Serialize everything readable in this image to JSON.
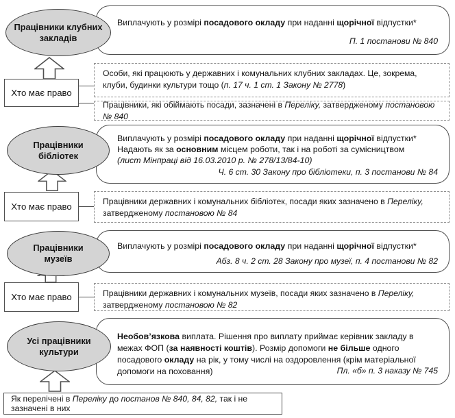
{
  "colors": {
    "ellipse_fill": "#d4d4d4",
    "border": "#4f4f4f",
    "dashed_border": "#8f8f8f",
    "text": "#141414"
  },
  "sections": [
    {
      "ellipse_label": "Працівники клубних закладів",
      "who_label": "Хто має право",
      "statement_lines": [
        [
          {
            "t": "Виплачують у розмірі "
          },
          {
            "t": "посадового окладу",
            "s": "b"
          },
          {
            "t": " при наданні "
          },
          {
            "t": "щорічної",
            "s": "b"
          },
          {
            "t": " відпустки*"
          }
        ]
      ],
      "citation": "П. 1 постанови № 840",
      "notes": [
        [
          {
            "t": "Особи, які працюють у державних і комунальних клубних закладах. Це, зокрема, клуби, будинки культури тощо ("
          },
          {
            "t": "п. 17 ч. 1 ст. 1 Закону № 2778",
            "s": "i"
          },
          {
            "t": ")"
          }
        ],
        [
          {
            "t": "Працівники, які обіймають посади, зазначені в "
          },
          {
            "t": "Переліку,",
            "s": "i"
          },
          {
            "t": " затвердженому "
          },
          {
            "t": "постановою № 840",
            "s": "i"
          }
        ]
      ]
    },
    {
      "ellipse_label": "Працівники бібліотек",
      "who_label": "Хто має право",
      "statement_lines": [
        [
          {
            "t": "Виплачують у розмірі "
          },
          {
            "t": "посадового окладу",
            "s": "b"
          },
          {
            "t": " при наданні "
          },
          {
            "t": "щорічної",
            "s": "b"
          },
          {
            "t": " відпустки*"
          }
        ],
        [
          {
            "t": "Надають як за "
          },
          {
            "t": "основним",
            "s": "b"
          },
          {
            "t": " місцем роботи, так і на роботі за сумісництвом"
          }
        ],
        [
          {
            "t": "(лист Мінпраці від 16.03.2010 р. № 278/13/84-10)",
            "s": "i"
          }
        ]
      ],
      "citation": "Ч. 6 ст. 30 Закону про бібліотеки, п. 3 постанови № 84",
      "notes": [
        [
          {
            "t": "Працівники державних і комунальних бібліотек, посади яких зазначено в "
          },
          {
            "t": "Переліку,",
            "s": "i"
          },
          {
            "t": " затвердженому "
          },
          {
            "t": "постановою № 84",
            "s": "i"
          }
        ]
      ]
    },
    {
      "ellipse_label": "Працівники музеїв",
      "who_label": "Хто має право",
      "statement_lines": [
        [
          {
            "t": "Виплачують у розмірі "
          },
          {
            "t": "посадового окладу",
            "s": "b"
          },
          {
            "t": " при наданні "
          },
          {
            "t": "щорічної",
            "s": "b"
          },
          {
            "t": " відпустки*"
          }
        ]
      ],
      "citation": "Абз. 8 ч. 2 ст. 28 Закону про музеї, п. 4 постанови № 82",
      "notes": [
        [
          {
            "t": "Працівники державних і комунальних музеїв, посади яких зазначено в "
          },
          {
            "t": "Переліку,",
            "s": "i"
          },
          {
            "t": " затвердженому "
          },
          {
            "t": "постановою № 82",
            "s": "i"
          }
        ]
      ]
    },
    {
      "ellipse_label": "Усі працівники культури",
      "statement_lines": [
        [
          {
            "t": "Необов’язкова",
            "s": "b"
          },
          {
            "t": " виплата. Рішення про виплату приймає керівник закладу в межах ФОП ("
          },
          {
            "t": "за наявності коштів",
            "s": "b"
          },
          {
            "t": "). Розмір допомоги "
          },
          {
            "t": "не більше",
            "s": "b"
          },
          {
            "t": " одного посадового "
          },
          {
            "t": "окладу",
            "s": "b"
          },
          {
            "t": " на рік, у тому числі на оздоровлення (крім матеріальної допомоги на поховання)"
          }
        ]
      ],
      "citation": "Пл. «б» п. 3 наказу № 745"
    }
  ],
  "bottom_note": [
    {
      "t": "Як перелічені в "
    },
    {
      "t": "Переліку",
      "s": "i"
    },
    {
      "t": " до "
    },
    {
      "t": "постанов № 840, 84, 82,",
      "s": "i"
    },
    {
      "t": " так і не зазначені в них"
    }
  ]
}
